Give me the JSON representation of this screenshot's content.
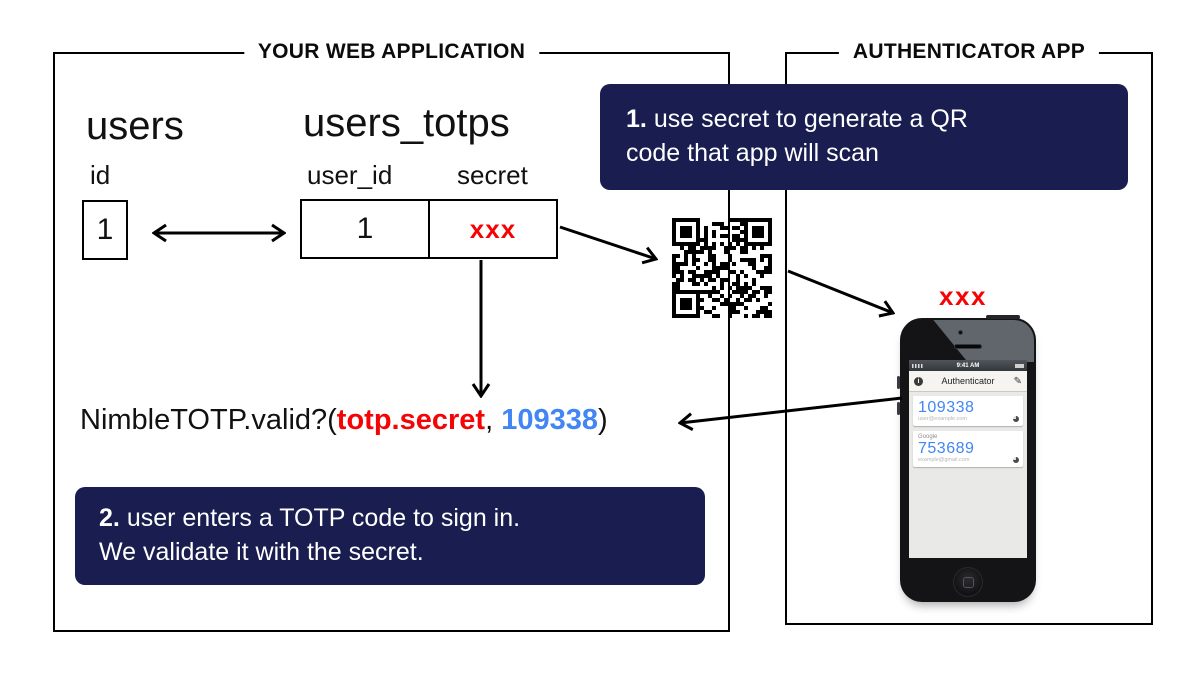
{
  "panels": {
    "web": {
      "title": "YOUR WEB APPLICATION"
    },
    "auth": {
      "title": "AUTHENTICATOR APP"
    }
  },
  "tables": {
    "users": {
      "title": "users",
      "id_header": "id",
      "id_value": "1"
    },
    "users_totps": {
      "title": "users_totps",
      "user_id_header": "user_id",
      "secret_header": "secret",
      "user_id_value": "1",
      "secret_value": "xxx"
    }
  },
  "callouts": {
    "step1": {
      "number": "1.",
      "line1": "use secret to generate a QR",
      "line2": "code that app will scan"
    },
    "step2": {
      "number": "2.",
      "line1": "user enters a TOTP code to sign in.",
      "line2": "We validate it with the secret."
    }
  },
  "secret_placeholder": "xxx",
  "formula": {
    "prefix": "NimbleTOTP.valid?(",
    "secret_arg": "totp.secret",
    "separator": ", ",
    "code_arg": "109338",
    "suffix": ")"
  },
  "phone": {
    "status_time": "9:41 AM",
    "app_title": "Authenticator",
    "accounts": [
      {
        "label": "",
        "code": "109338",
        "email": "user@example.com"
      },
      {
        "label": "Google",
        "code": "753689",
        "email": "example@gmail.com"
      }
    ]
  },
  "colors": {
    "navy": "#191d4f",
    "red": "#f40404",
    "blue": "#4285f4"
  }
}
